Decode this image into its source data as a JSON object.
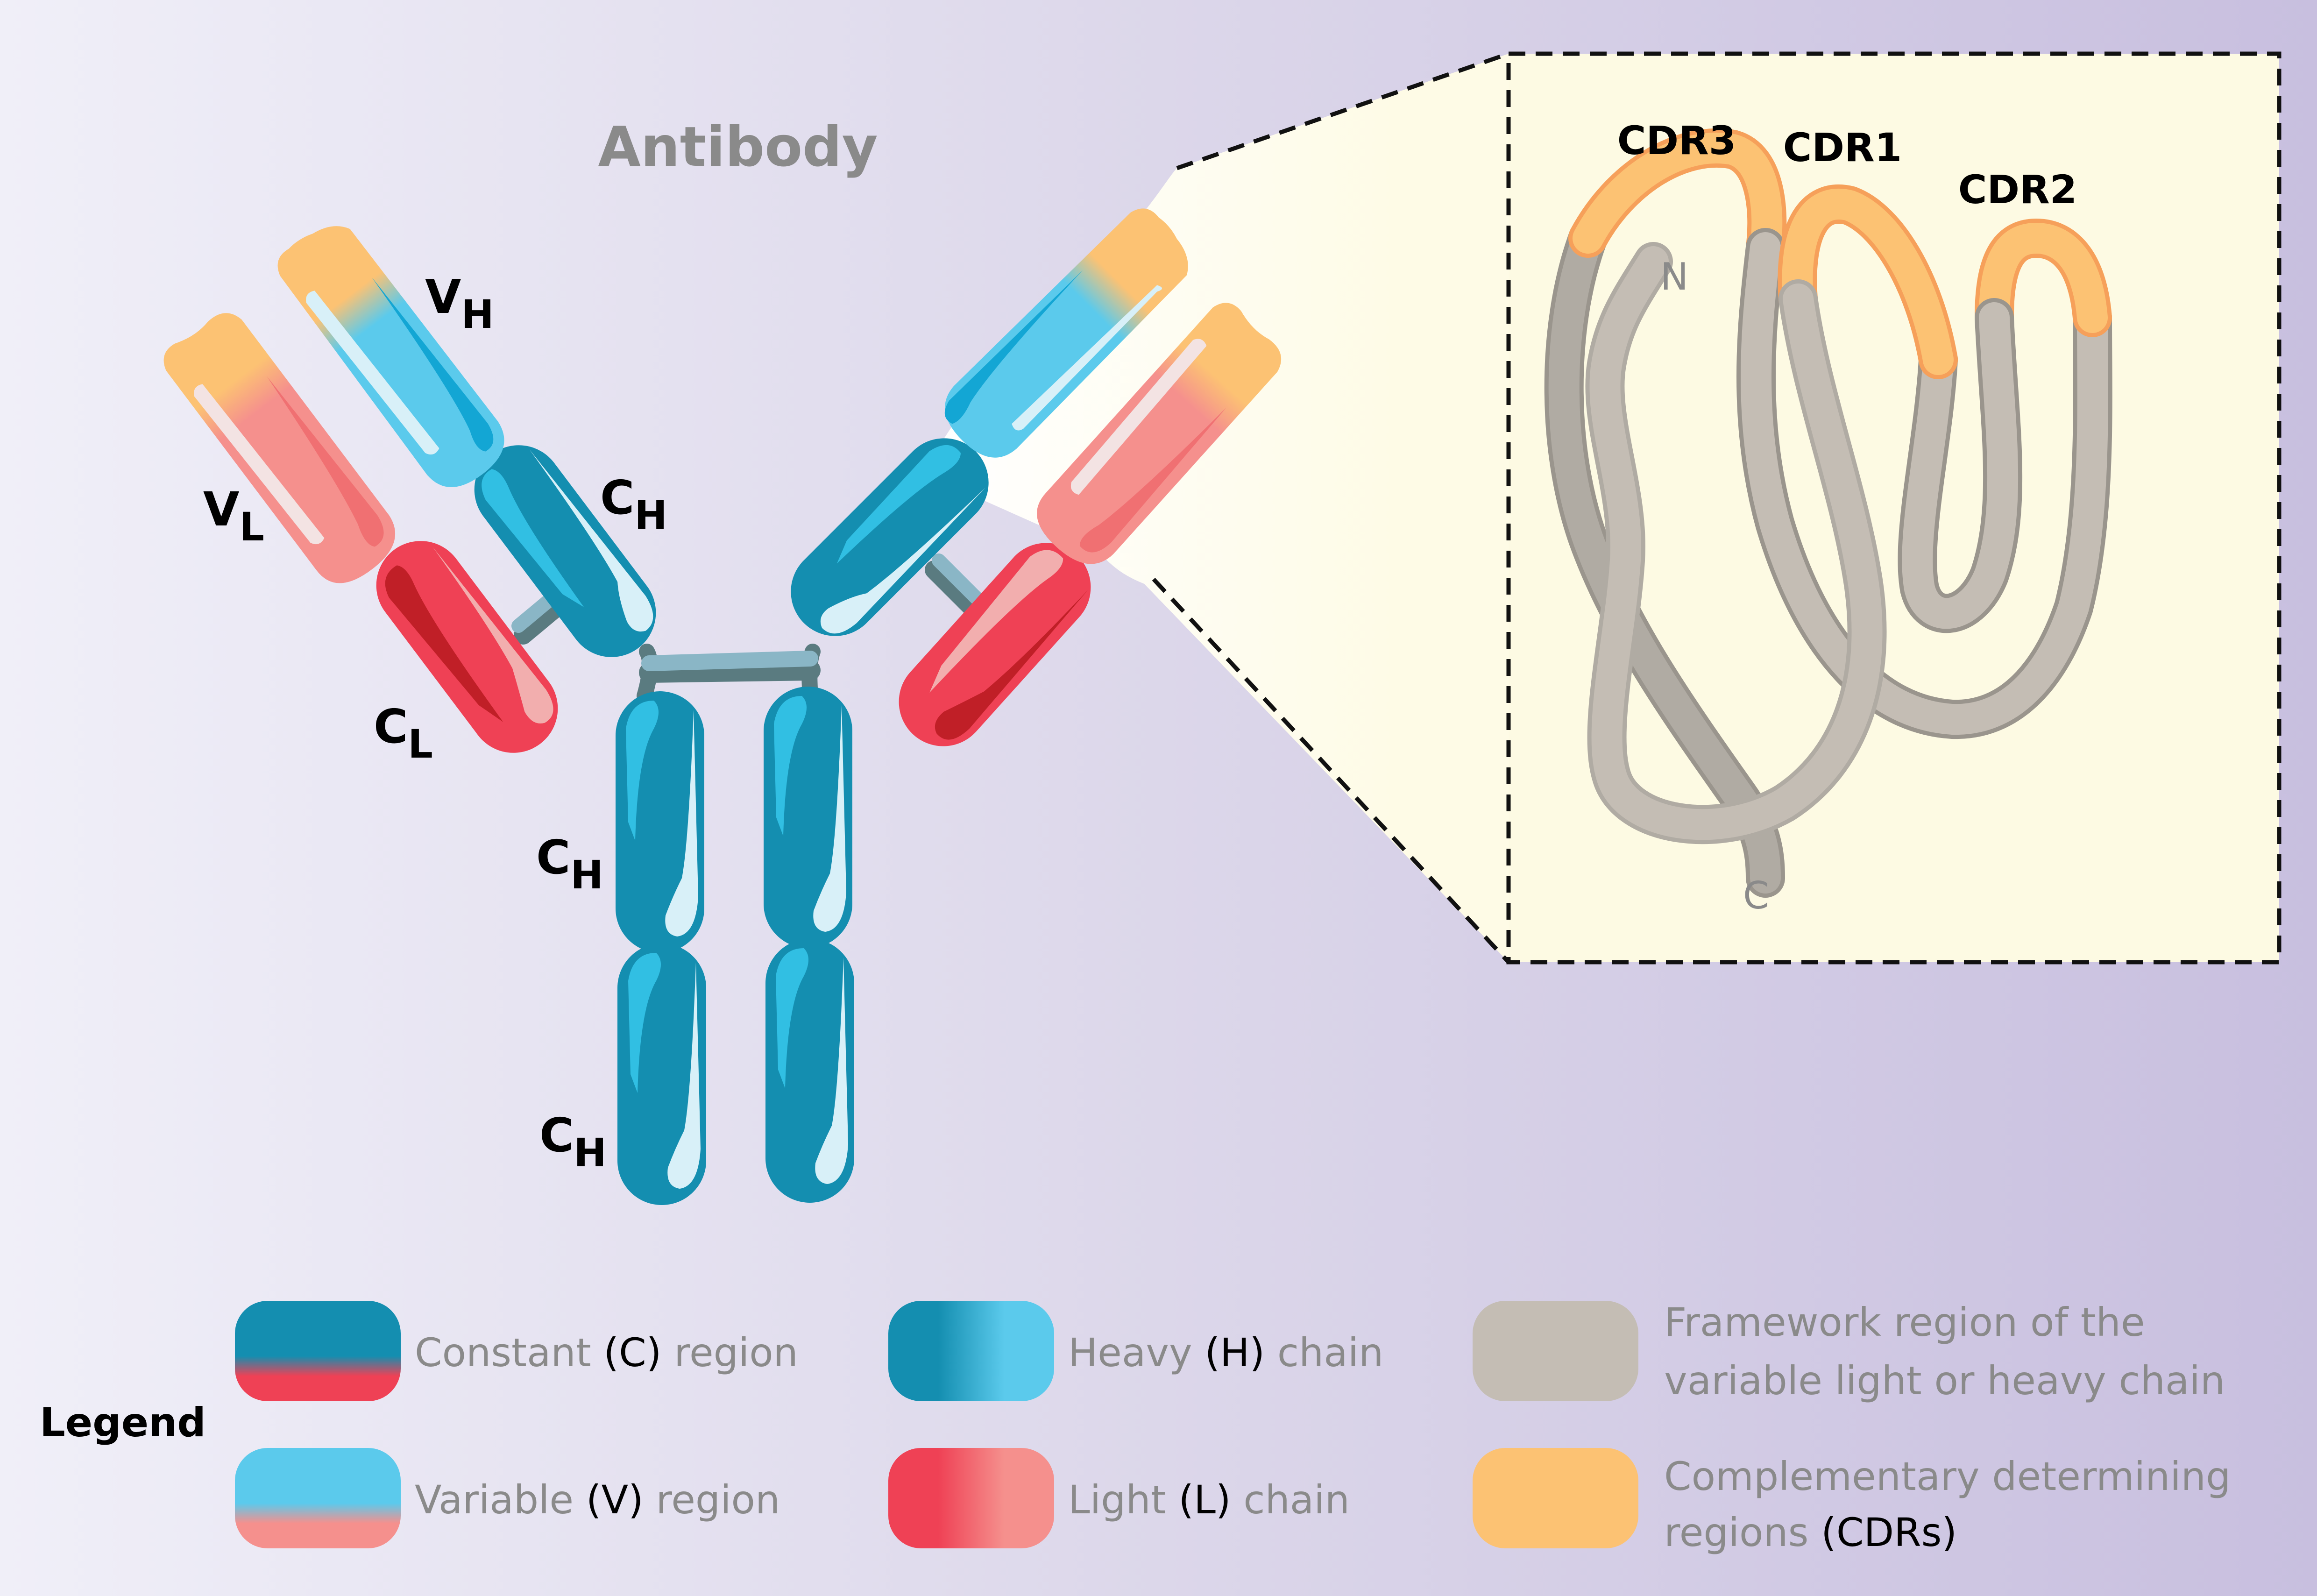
{
  "title": "Antibody",
  "domain_labels": {
    "vh": {
      "main": "V",
      "sub": "H"
    },
    "vl": {
      "main": "V",
      "sub": "L"
    },
    "ch1": {
      "main": "C",
      "sub": "H"
    },
    "cl": {
      "main": "C",
      "sub": "L"
    },
    "ch2": {
      "main": "C",
      "sub": "H"
    },
    "ch3": {
      "main": "C",
      "sub": "H"
    }
  },
  "inset": {
    "cdr_labels": [
      "CDR3",
      "CDR1",
      "CDR2"
    ],
    "n_terminus": "N",
    "c_terminus": "C"
  },
  "legend": {
    "heading": "Legend",
    "items": [
      {
        "id": "constant",
        "pre": "Constant ",
        "key": "(C)",
        "post": " region",
        "line2": ""
      },
      {
        "id": "variable",
        "pre": "Variable ",
        "key": "(V)",
        "post": " region",
        "line2": ""
      },
      {
        "id": "heavy",
        "pre": "Heavy ",
        "key": "(H)",
        "post": " chain",
        "line2": ""
      },
      {
        "id": "light",
        "pre": "Light ",
        "key": "(L)",
        "post": " chain",
        "line2": ""
      },
      {
        "id": "framework",
        "pre": "Framework region of the",
        "key": "",
        "post": "",
        "line2": "variable light or heavy chain"
      },
      {
        "id": "cdr",
        "pre": "Complementary determining",
        "key": "",
        "post": "",
        "line2pre": "regions ",
        "line2key": "(CDRs)"
      }
    ]
  },
  "colors": {
    "heavy_dark": "#148eb0",
    "heavy_light": "#5bcaec",
    "light_dark": "#ef4155",
    "light_pale": "#f5908d",
    "cdr": "#fcc273",
    "framework": "#c4bdb4",
    "inset_bg": "#fefbe6",
    "hinge": "#8ab6c6"
  }
}
